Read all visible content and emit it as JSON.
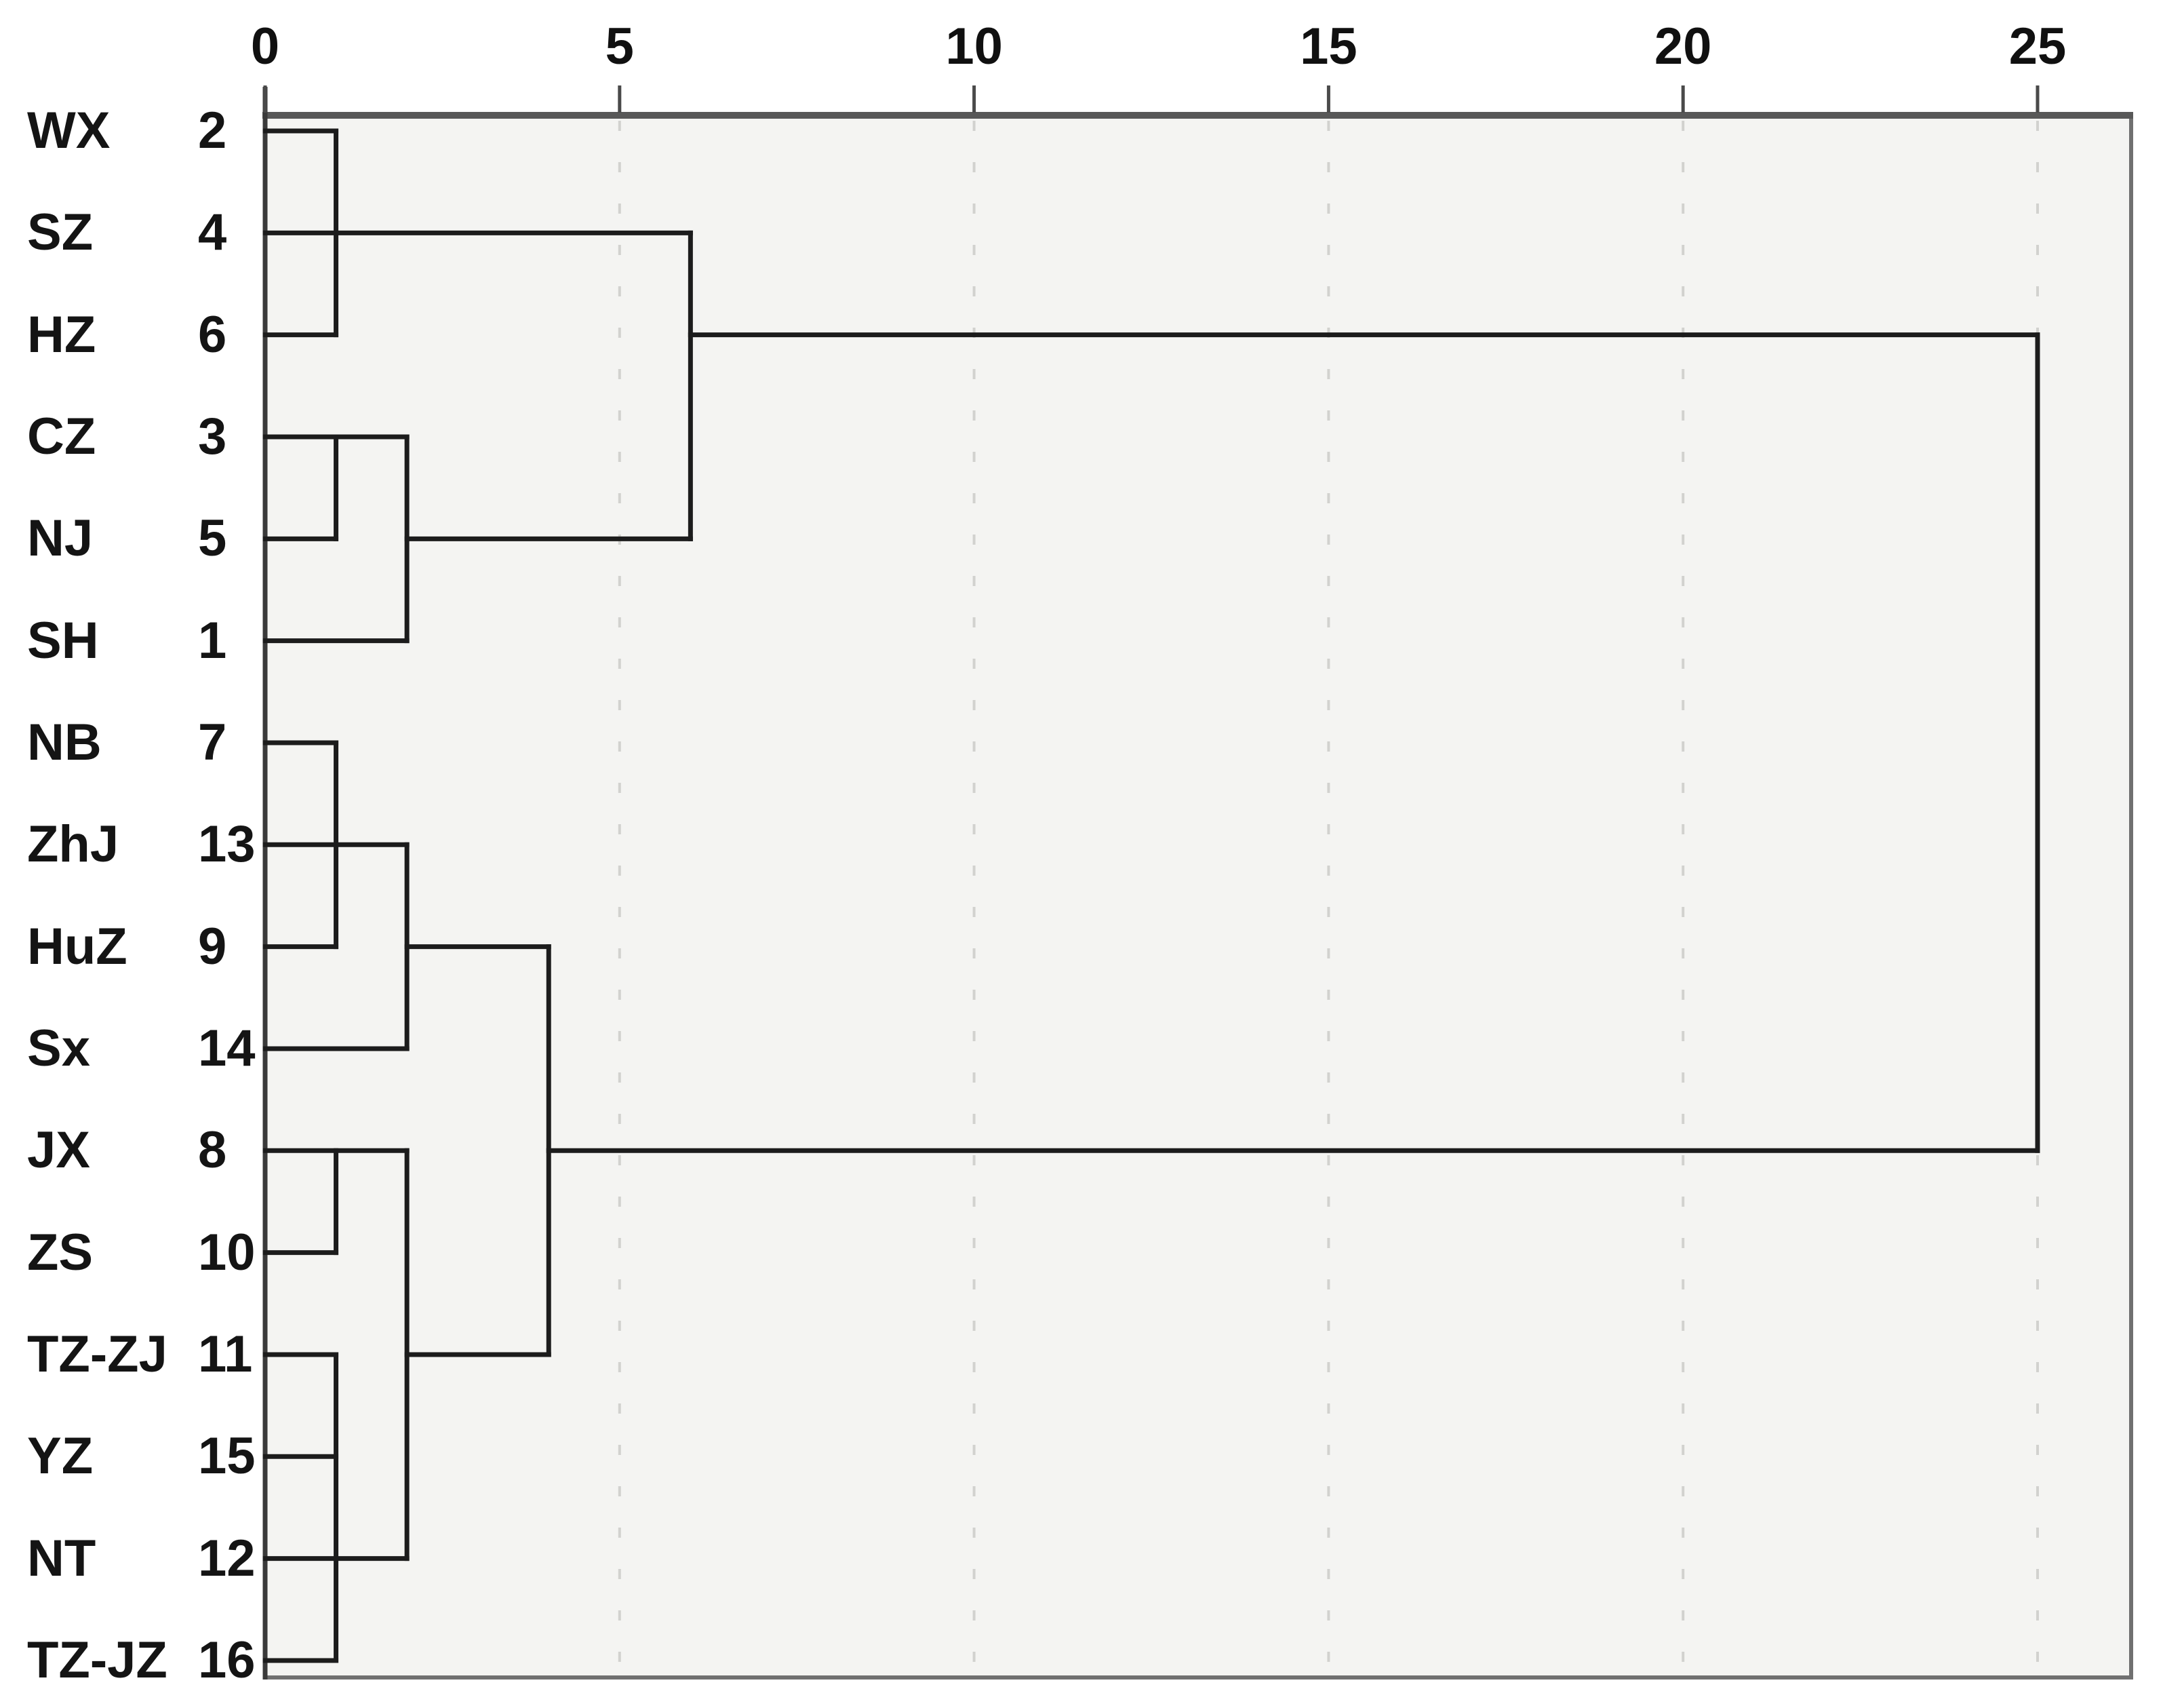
{
  "chart_data": {
    "type": "dendrogram",
    "title": "",
    "orientation": "horizontal",
    "axis_position": "top",
    "x_axis": {
      "range": [
        0,
        25
      ],
      "ticks": [
        0,
        5,
        10,
        15,
        20,
        25
      ],
      "tick_labels": [
        "0",
        "5",
        "10",
        "15",
        "20",
        "25"
      ],
      "gridlines": "dashed vertical lines at 5, 10, 15, 20, 25"
    },
    "leaves": [
      {
        "label": "WX",
        "case_number": "2"
      },
      {
        "label": "SZ",
        "case_number": "4"
      },
      {
        "label": "HZ",
        "case_number": "6"
      },
      {
        "label": "CZ",
        "case_number": "3"
      },
      {
        "label": "NJ",
        "case_number": "5"
      },
      {
        "label": "SH",
        "case_number": "1"
      },
      {
        "label": "NB",
        "case_number": "7"
      },
      {
        "label": "ZhJ",
        "case_number": "13"
      },
      {
        "label": "HuZ",
        "case_number": "9"
      },
      {
        "label": "Sx",
        "case_number": "14"
      },
      {
        "label": "JX",
        "case_number": "8"
      },
      {
        "label": "ZS",
        "case_number": "10"
      },
      {
        "label": "TZ-ZJ",
        "case_number": "11"
      },
      {
        "label": "YZ",
        "case_number": "15"
      },
      {
        "label": "NT",
        "case_number": "12"
      },
      {
        "label": "TZ-JZ",
        "case_number": "16"
      }
    ],
    "links_horizontal": [
      {
        "row": 0,
        "from": 0,
        "to": 1
      },
      {
        "row": 1,
        "from": 0,
        "to": 6
      },
      {
        "row": 2,
        "from": 0,
        "to": 1
      },
      {
        "row": 2,
        "from": 6,
        "to": 25
      },
      {
        "row": 3,
        "from": 0,
        "to": 2
      },
      {
        "row": 4,
        "from": 0,
        "to": 1
      },
      {
        "row": 4,
        "from": 2,
        "to": 6
      },
      {
        "row": 5,
        "from": 0,
        "to": 2
      },
      {
        "row": 6,
        "from": 0,
        "to": 1
      },
      {
        "row": 7,
        "from": 0,
        "to": 2
      },
      {
        "row": 8,
        "from": 0,
        "to": 1
      },
      {
        "row": 8,
        "from": 2,
        "to": 4
      },
      {
        "row": 9,
        "from": 0,
        "to": 2
      },
      {
        "row": 10,
        "from": 0,
        "to": 2
      },
      {
        "row": 10,
        "from": 4,
        "to": 25
      },
      {
        "row": 11,
        "from": 0,
        "to": 1
      },
      {
        "row": 12,
        "from": 0,
        "to": 1
      },
      {
        "row": 12,
        "from": 2,
        "to": 4
      },
      {
        "row": 13,
        "from": 0,
        "to": 1
      },
      {
        "row": 14,
        "from": 0,
        "to": 2
      },
      {
        "row": 15,
        "from": 0,
        "to": 1
      }
    ],
    "links_vertical": [
      {
        "distance": 1,
        "from_row": 0,
        "to_row": 2
      },
      {
        "distance": 1,
        "from_row": 3,
        "to_row": 4
      },
      {
        "distance": 2,
        "from_row": 3,
        "to_row": 5
      },
      {
        "distance": 6,
        "from_row": 1,
        "to_row": 4
      },
      {
        "distance": 1,
        "from_row": 6,
        "to_row": 8
      },
      {
        "distance": 2,
        "from_row": 7,
        "to_row": 9
      },
      {
        "distance": 1,
        "from_row": 10,
        "to_row": 11
      },
      {
        "distance": 1,
        "from_row": 12,
        "to_row": 15
      },
      {
        "distance": 2,
        "from_row": 10,
        "to_row": 14
      },
      {
        "distance": 4,
        "from_row": 8,
        "to_row": 12
      },
      {
        "distance": 25,
        "from_row": 2,
        "to_row": 10
      }
    ],
    "merges": [
      {
        "members": [
          "WX",
          "SZ",
          "HZ"
        ],
        "distance": 1
      },
      {
        "members": [
          "CZ",
          "NJ"
        ],
        "distance": 1
      },
      {
        "members": [
          "CZ+NJ",
          "SH"
        ],
        "distance": 2
      },
      {
        "members": [
          "WX+SZ+HZ",
          "CZ+NJ+SH"
        ],
        "distance": 6
      },
      {
        "members": [
          "NB",
          "ZhJ",
          "HuZ"
        ],
        "distance": 1
      },
      {
        "members": [
          "NB+ZhJ+HuZ",
          "Sx"
        ],
        "distance": 2
      },
      {
        "members": [
          "JX",
          "ZS"
        ],
        "distance": 1
      },
      {
        "members": [
          "TZ-ZJ",
          "YZ",
          "NT",
          "TZ-JZ"
        ],
        "distance": 1
      },
      {
        "members": [
          "JX+ZS",
          "TZ-ZJ+YZ+NT+TZ-JZ"
        ],
        "distance": 2
      },
      {
        "members": [
          "NB+ZhJ+HuZ+Sx",
          "JX+ZS+TZ-ZJ+YZ+NT+TZ-JZ"
        ],
        "distance": 4
      },
      {
        "members": [
          "top-cluster(WX..SH)",
          "bottom-cluster(NB..TZ-JZ)"
        ],
        "distance": 25
      }
    ],
    "style": {
      "plot_background": "#f4f4f2",
      "link_color": "#1c1c1c",
      "gridline_color": "#d2d2cf",
      "axis_line_color": "#4a4a4a",
      "frame_color": "#707070",
      "text_color": "#141414"
    }
  }
}
